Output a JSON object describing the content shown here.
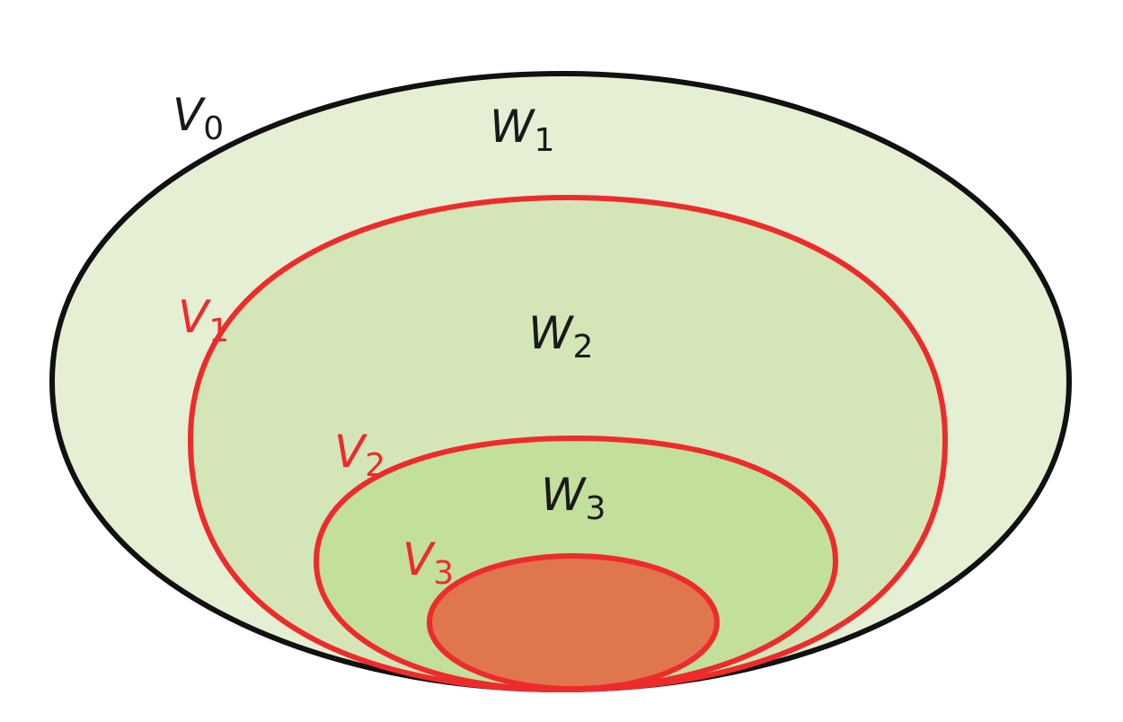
{
  "colors": {
    "outer_fill": "#e4efd4",
    "ring1_fill": "#d4e6b8",
    "ring2_fill": "#c3df9c",
    "core_fill": "#e0764e",
    "outer_stroke": "#111111",
    "inner_stroke": "#ee2b2b",
    "label_dark": "#1a1a1a",
    "label_red": "#ee2b2b"
  },
  "sets": [
    {
      "id": "V0",
      "label_base": "V",
      "label_sub": "0"
    },
    {
      "id": "V1",
      "label_base": "V",
      "label_sub": "1"
    },
    {
      "id": "V2",
      "label_base": "V",
      "label_sub": "2"
    },
    {
      "id": "V3",
      "label_base": "V",
      "label_sub": "3"
    }
  ],
  "regions": [
    {
      "id": "W1",
      "label_base": "W",
      "label_sub": "1"
    },
    {
      "id": "W2",
      "label_base": "W",
      "label_sub": "2"
    },
    {
      "id": "W3",
      "label_base": "W",
      "label_sub": "3"
    }
  ]
}
